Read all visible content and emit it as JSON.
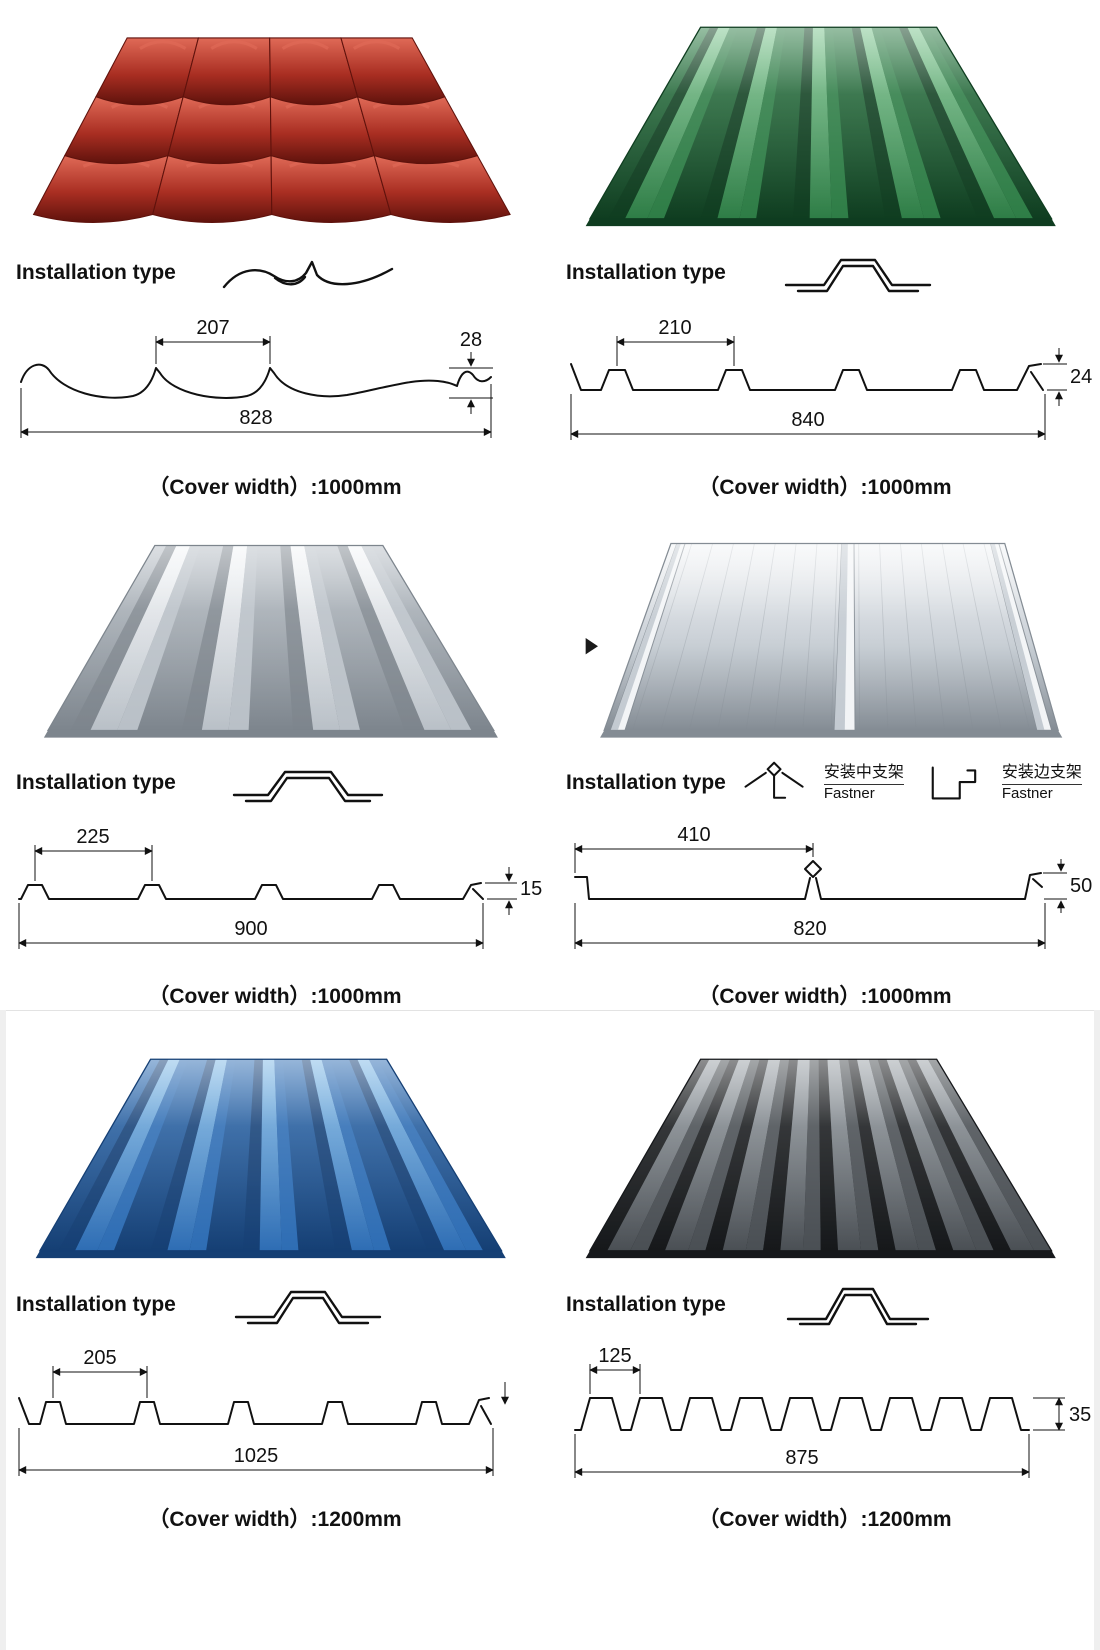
{
  "panels": [
    {
      "name": "step-tile-sheet-red",
      "installation_label": "Installation type",
      "dims": {
        "pitch": "207",
        "height": "28",
        "overall": "828"
      },
      "cover_width": "（Cover width）:1000mm",
      "sheet": {
        "type": "tile",
        "ribs": 4,
        "rows": 3,
        "colors": {
          "light": "#e06a57",
          "mid": "#a92e22",
          "dark": "#5f120c"
        }
      }
    },
    {
      "name": "trapezoid-sheet-green",
      "installation_label": "Installation type",
      "dims": {
        "pitch": "210",
        "height": "24",
        "overall": "840"
      },
      "cover_width": "（Cover width）:1000mm",
      "sheet": {
        "type": "ribbed",
        "ribs": 5,
        "colors": {
          "light": "#7cc48e",
          "mid": "#2e7d46",
          "dark": "#0f3d20"
        }
      }
    },
    {
      "name": "trapezoid-sheet-silver",
      "installation_label": "Installation type",
      "dims": {
        "pitch": "225",
        "height": "15",
        "overall": "900"
      },
      "cover_width": "（Cover width）:1000mm",
      "sheet": {
        "type": "ribbed",
        "ribs": 4,
        "colors": {
          "light": "#f4f6f8",
          "mid": "#b9c0c7",
          "dark": "#7d858d"
        }
      }
    },
    {
      "name": "standing-seam-sheet-silver",
      "installation_label": "Installation type",
      "fasteners": {
        "center_cn": "安装中支架",
        "center_en": "Fastner",
        "edge_cn": "安装边支架",
        "edge_en": "Fastner"
      },
      "dims": {
        "pitch": "410",
        "height": "50",
        "overall": "820"
      },
      "cover_width": "（Cover width）:1000mm",
      "sheet": {
        "type": "seam",
        "colors": {
          "light": "#f2f4f6",
          "mid": "#c3cad1",
          "dark": "#848c94"
        }
      }
    },
    {
      "name": "trapezoid-sheet-blue",
      "installation_label": "Installation type",
      "dims": {
        "pitch": "205",
        "overall": "1025"
      },
      "cover_width": "（Cover width）:1200mm",
      "sheet": {
        "type": "ribbed",
        "ribs": 5,
        "colors": {
          "light": "#7fb9e6",
          "mid": "#2e6db4",
          "dark": "#153f74"
        }
      }
    },
    {
      "name": "corrugated-sheet-black",
      "installation_label": "Installation type",
      "dims": {
        "pitch": "125",
        "height": "35",
        "overall": "875"
      },
      "cover_width": "（Cover width）:1200mm",
      "sheet": {
        "type": "corrugated",
        "ribs": 8,
        "colors": {
          "light": "#9aa1a7",
          "mid": "#4a4f54",
          "dark": "#16181b"
        }
      }
    }
  ]
}
